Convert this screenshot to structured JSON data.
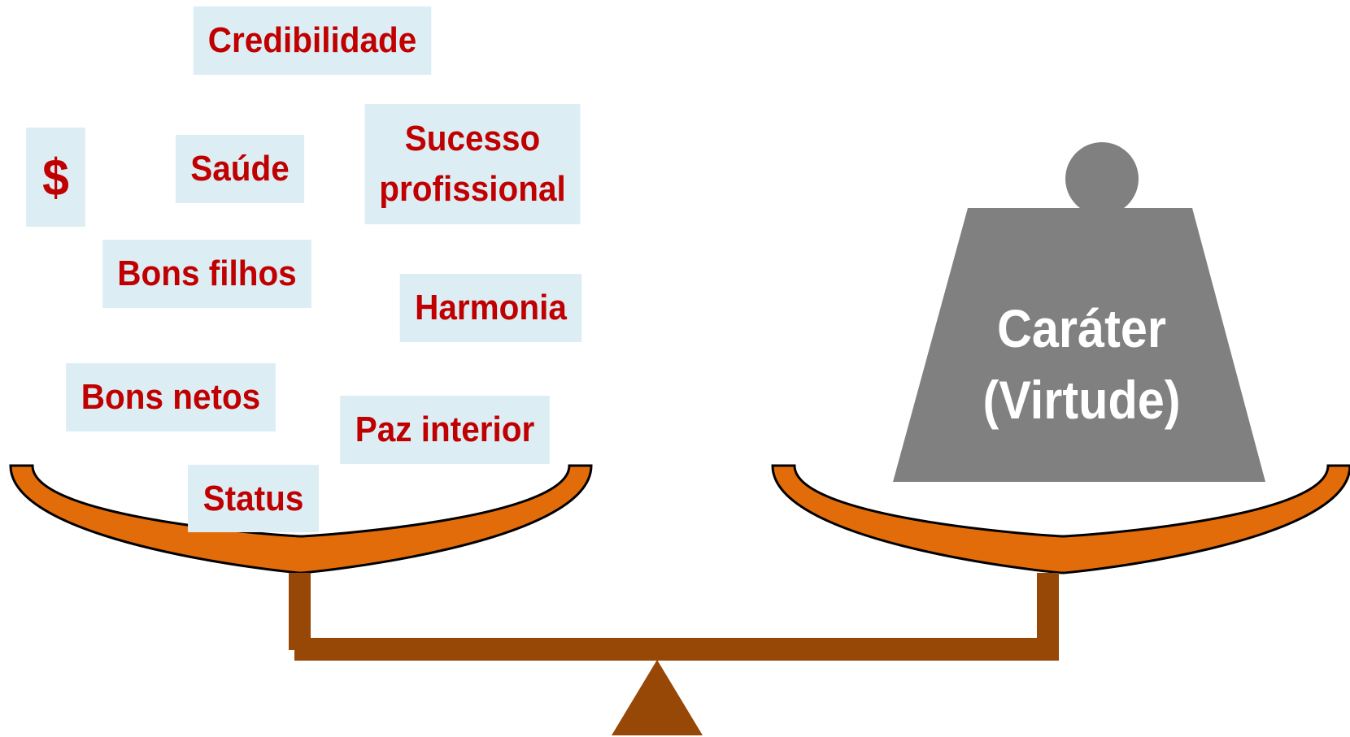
{
  "diagram": {
    "left_pan_items": [
      {
        "id": "credibilidade",
        "label": "Credibilidade"
      },
      {
        "id": "dollar",
        "label": "$"
      },
      {
        "id": "saude",
        "label": "Saúde"
      },
      {
        "id": "sucesso",
        "lines": [
          "Sucesso",
          "profissional"
        ]
      },
      {
        "id": "bons-filhos",
        "label": "Bons filhos"
      },
      {
        "id": "harmonia",
        "label": "Harmonia"
      },
      {
        "id": "bons-netos",
        "label": "Bons netos"
      },
      {
        "id": "paz-interior",
        "label": "Paz interior"
      },
      {
        "id": "status",
        "label": "Status"
      }
    ],
    "weight": {
      "line1": "Caráter",
      "line2": "(Virtude)"
    },
    "colors": {
      "tag_background": "#dcedf4",
      "tag_text": "#c00000",
      "pan_fill": "#e36c0a",
      "beam": "#974706",
      "weight_fill": "#808080",
      "weight_text": "#ffffff"
    }
  }
}
